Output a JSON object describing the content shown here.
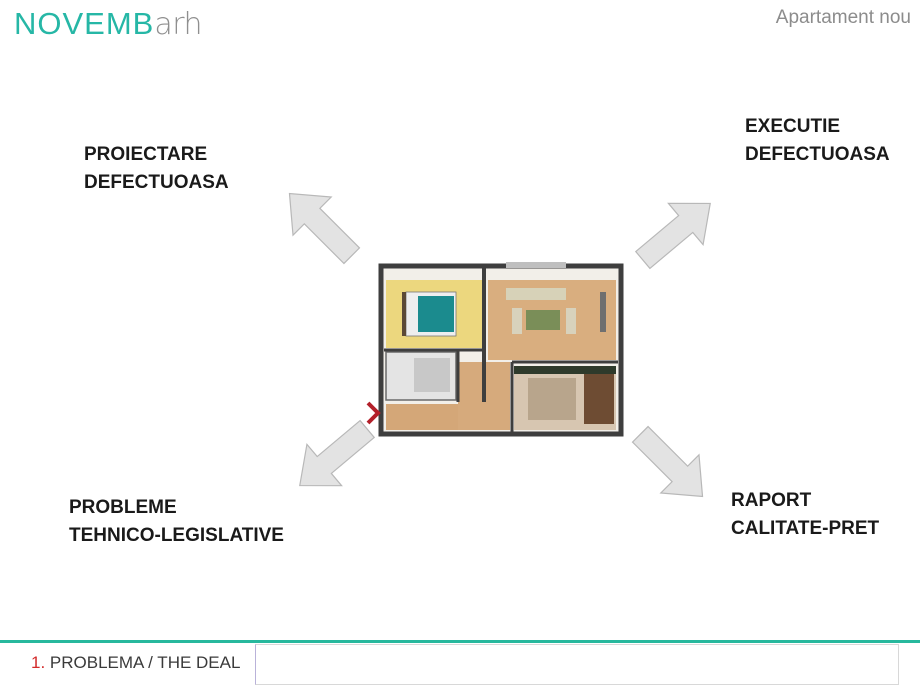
{
  "logo": {
    "part1": "NOVEMB",
    "part2": "arh"
  },
  "header": {
    "title": "Apartament nou"
  },
  "categories": {
    "top_left": {
      "line1": "PROIECTARE",
      "line2": "DEFECTUOASA"
    },
    "top_right": {
      "line1": "EXECUTIE",
      "line2": "DEFECTUOASA"
    },
    "bottom_left": {
      "line1": "PROBLEME",
      "line2": "TEHNICO-LEGISLATIVE"
    },
    "bottom_right": {
      "line1": "RAPORT",
      "line2": "CALITATE-PRET"
    }
  },
  "footer": {
    "number": "1.",
    "text": " PROBLEMA / THE DEAL"
  },
  "colors": {
    "accent": "#27b89d",
    "logo": "#26b7a6",
    "arrow_fill": "#e3e3e3",
    "marker": "#b3202a"
  }
}
